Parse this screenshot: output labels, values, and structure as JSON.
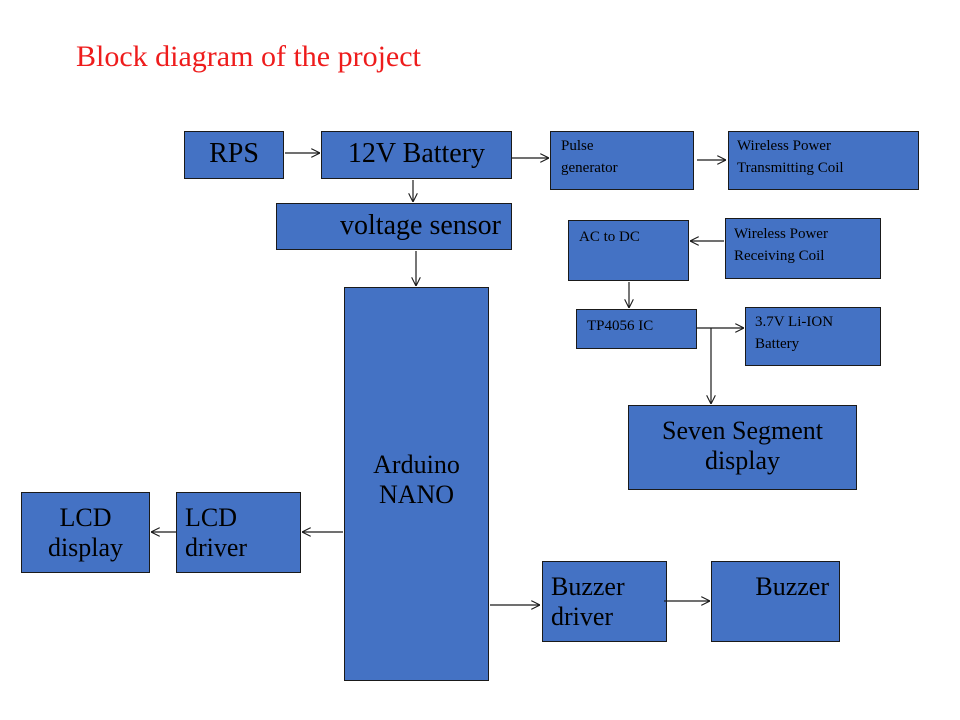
{
  "title": "Block diagram of the project",
  "blocks": {
    "rps": "RPS",
    "battery12v": "12V Battery",
    "voltage_sensor": "voltage sensor",
    "pulse_generator": "Pulse\ngenerator",
    "tx_coil": "Wireless Power\nTransmitting Coil",
    "ac_dc": "AC to DC",
    "rx_coil": "Wireless Power\nReceiving Coil",
    "tp4056": "TP4056 IC",
    "liion": "3.7V Li-ION\nBattery",
    "seven_segment": "Seven Segment\ndisplay",
    "arduino": "Arduino\nNANO",
    "lcd_display": "LCD\ndisplay",
    "lcd_driver": "LCD\ndriver",
    "buzzer_driver": "Buzzer\ndriver",
    "buzzer": "Buzzer"
  },
  "colors": {
    "block": "#4472c4",
    "title": "#ee1c1c",
    "line": "#1a1a1a"
  }
}
